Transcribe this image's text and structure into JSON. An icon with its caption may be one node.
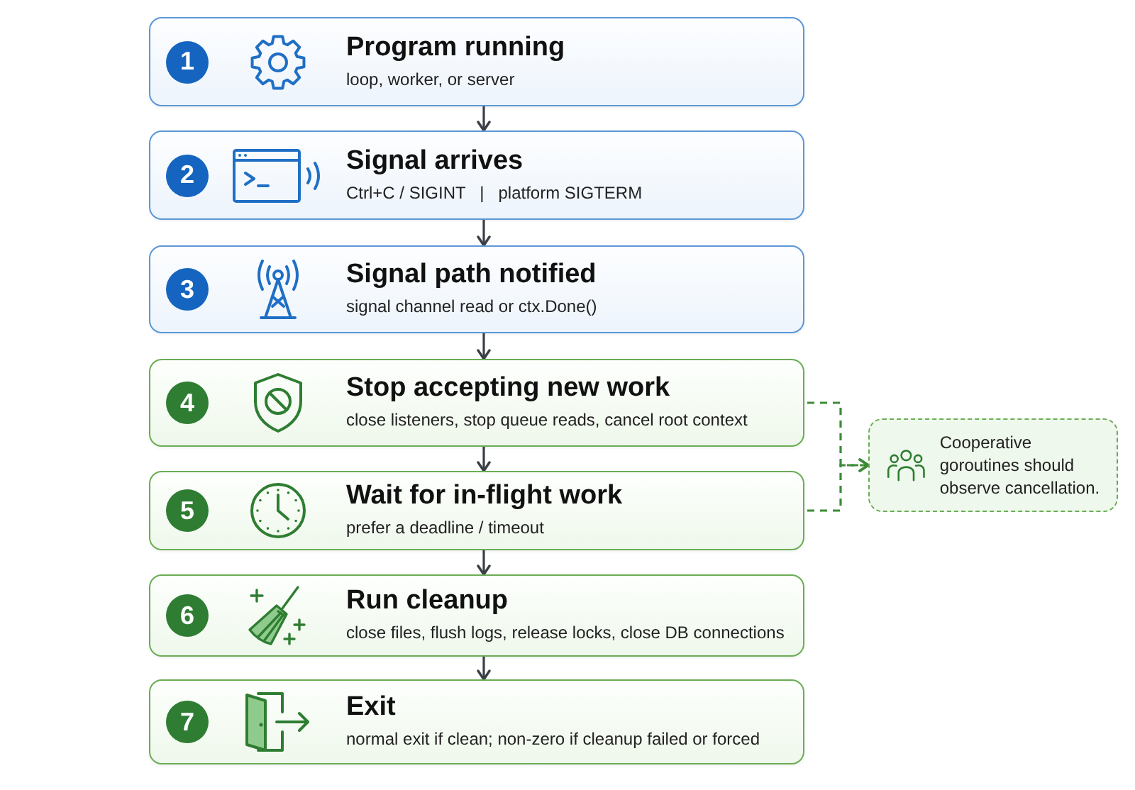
{
  "diagram": {
    "nodes": [
      {
        "text": [
          "Program running",
          "loop, worker, or server"
        ]
      },
      {
        "text": [
          "1"
        ],
        "in": 0
      },
      {
        "text": [
          "Signal arrives",
          "Ctrl+C / SIGINT   |   platform SIGTERM"
        ]
      },
      {
        "text": [
          "2"
        ],
        "in": 2
      },
      {
        "text": [
          "Signal path notified",
          "signal channel read or ctx.Done()"
        ]
      },
      {
        "text": [
          "3"
        ],
        "in": 4
      },
      {
        "text": [
          "Stop accepting new work",
          "close listeners, stop queue reads, cancel root context"
        ]
      },
      {
        "text": [
          "4"
        ],
        "in": 6
      },
      {
        "text": [
          "Wait for in-flight work",
          "prefer a deadline / timeout"
        ]
      },
      {
        "text": [
          "5"
        ],
        "in": 8
      },
      {
        "text": [
          "Run cleanup",
          "close files, flush logs, release locks, close DB connections"
        ]
      },
      {
        "text": [
          "6"
        ],
        "in": 10
      },
      {
        "text": [
          "Exit",
          "normal exit if clean; non-zero if cleanup failed or forced"
        ]
      },
      {
        "text": [
          "7"
        ],
        "in": 12
      },
      {
        "text": [
          "Cooperative goroutines should observe cancellation."
        ]
      }
    ],
    "edges": [
      {
        "from": 0,
        "to": 2,
        "arrow": "to"
      },
      {
        "from": 2,
        "to": 4,
        "arrow": "to"
      },
      {
        "from": 4,
        "to": 6,
        "arrow": "to"
      },
      {
        "from": 6,
        "to": 8,
        "arrow": "to"
      },
      {
        "from": 8,
        "to": 10,
        "arrow": "to"
      },
      {
        "from": 10,
        "to": 12,
        "arrow": "to"
      },
      {
        "from": 6,
        "to": 14,
        "arrow": "to",
        "style": "dashed",
        "color": "#3d8b37"
      },
      {
        "from": 8,
        "to": 14,
        "arrow": "to",
        "style": "dashed",
        "color": "#3d8b37"
      }
    ]
  }
}
